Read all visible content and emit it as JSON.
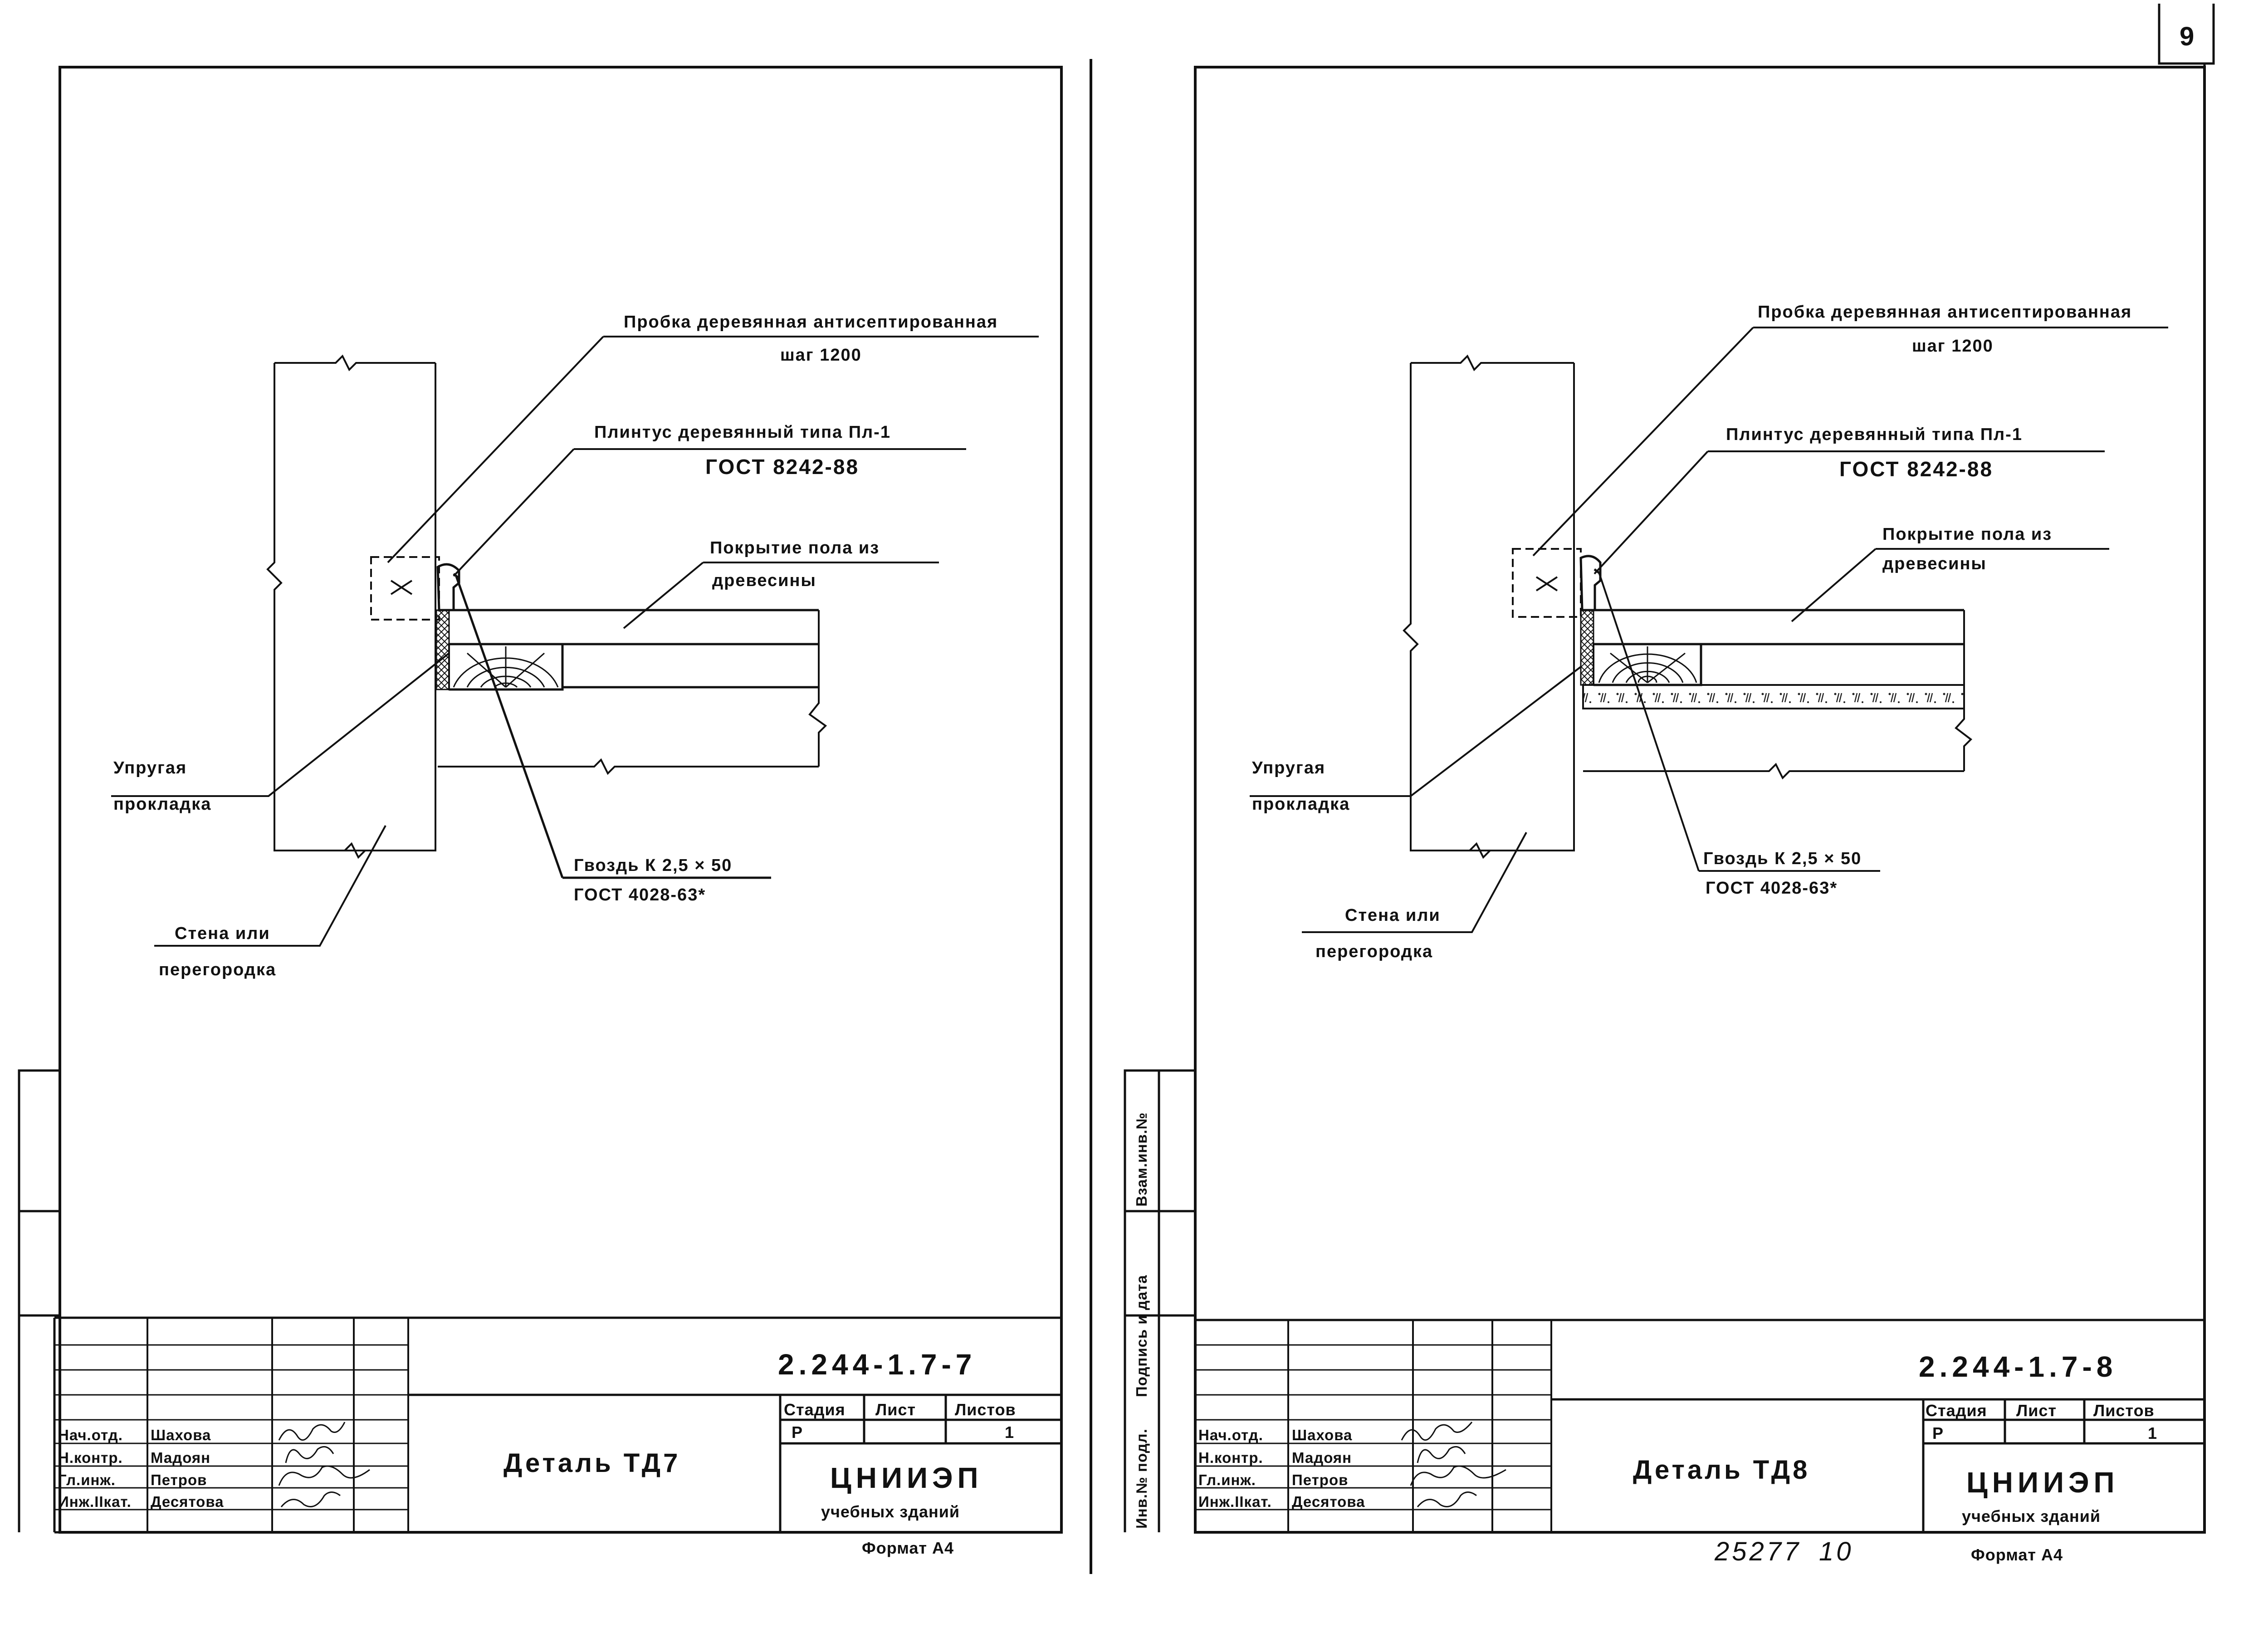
{
  "page": {
    "sheet_number": "9"
  },
  "sheets": [
    {
      "callouts": {
        "plug_line1": "Пробка деревянная антисептированная",
        "plug_line2": "шаг 1200",
        "plinth_line1": "Плинтус деревянный типа Пл-1",
        "plinth_line2": "ГОСТ 8242-88",
        "floor_line1": "Покрытие пола из",
        "floor_line2": "древесины",
        "gasket_line1": "Упругая",
        "gasket_line2": "прокладка",
        "nail_line1": "Гвоздь К 2,5 × 50",
        "nail_line2": "ГОСТ 4028-63*",
        "wall_line1": "Стена или",
        "wall_line2": "перегородка"
      },
      "title_block": {
        "code": "2.244-1.7-7",
        "title": "Деталь ТД7",
        "stage_header": "Стадия",
        "sheet_header": "Лист",
        "sheets_header": "Листов",
        "stage_value": "Р",
        "sheets_value": "1",
        "org_line1": "ЦНИИЭП",
        "org_line2": "учебных зданий",
        "format": "Формат А4",
        "roles": [
          "Нач.отд.",
          "Н.контр.",
          "Гл.инж.",
          "Инж.IIкат."
        ],
        "names": [
          "Шахова",
          "Мадоян",
          "Петров",
          "Десятова"
        ]
      }
    },
    {
      "callouts": {
        "plug_line1": "Пробка деревянная антисептированная",
        "plug_line2": "шаг 1200",
        "plinth_line1": "Плинтус деревянный типа Пл-1",
        "plinth_line2": "ГОСТ 8242-88",
        "floor_line1": "Покрытие пола из",
        "floor_line2": "древесины",
        "gasket_line1": "Упругая",
        "gasket_line2": "прокладка",
        "nail_line1": "Гвоздь К 2,5 × 50",
        "nail_line2": "ГОСТ 4028-63*",
        "wall_line1": "Стена или",
        "wall_line2": "перегородка"
      },
      "title_block": {
        "code": "2.244-1.7-8",
        "title": "Деталь ТД8",
        "stage_header": "Стадия",
        "sheet_header": "Лист",
        "sheets_header": "Листов",
        "stage_value": "Р",
        "sheets_value": "1",
        "org_line1": "ЦНИИЭП",
        "org_line2": "учебных зданий",
        "format": "Формат А4",
        "roles": [
          "Нач.отд.",
          "Н.контр.",
          "Гл.инж.",
          "Инж.IIкат."
        ],
        "names": [
          "Шахова",
          "Мадоян",
          "Петров",
          "Десятова"
        ],
        "doc_number": "25277",
        "doc_suffix": "10"
      },
      "margin_stamp": [
        "Взам.инв.№",
        "Подпись и дата",
        "Инв.№ подл."
      ]
    }
  ]
}
